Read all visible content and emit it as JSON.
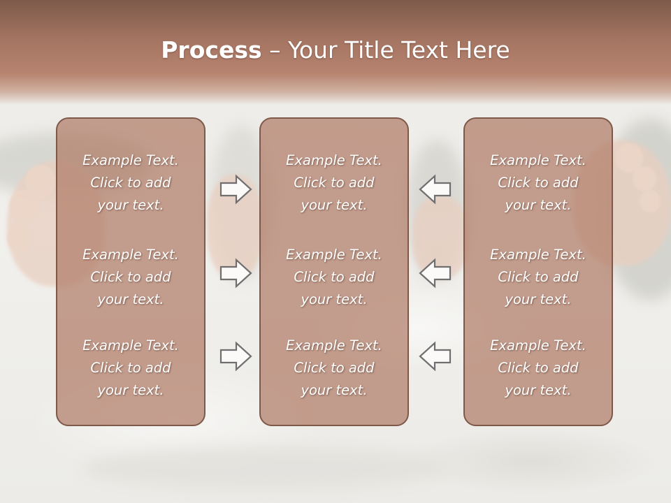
{
  "slide": {
    "title_bold": "Process",
    "title_rest": " – Your Title Text Here"
  },
  "columns": [
    {
      "items": [
        [
          "Example Text.",
          "Click  to add",
          "your text."
        ],
        [
          "Example Text.",
          "Click  to add",
          "your text."
        ],
        [
          "Example Text.",
          "Click  to add",
          "your text."
        ]
      ]
    },
    {
      "items": [
        [
          "Example Text.",
          "Click  to add",
          "your text."
        ],
        [
          "Example Text.",
          "Click  to add",
          "your text."
        ],
        [
          "Example Text.",
          "Click  to add",
          "your text."
        ]
      ]
    },
    {
      "items": [
        [
          "Example Text.",
          "Click  to add",
          "your text."
        ],
        [
          "Example Text.",
          "Click  to add",
          "your text."
        ],
        [
          "Example Text.",
          "Click  to add",
          "your text."
        ]
      ]
    }
  ],
  "arrows": {
    "left_group_direction": "right",
    "right_group_direction": "left",
    "icon": "outline-arrow-icon"
  },
  "colors": {
    "header": "#a67663",
    "box_fill": "#b07c67",
    "box_border": "#7e5848",
    "text": "#ffffff"
  }
}
